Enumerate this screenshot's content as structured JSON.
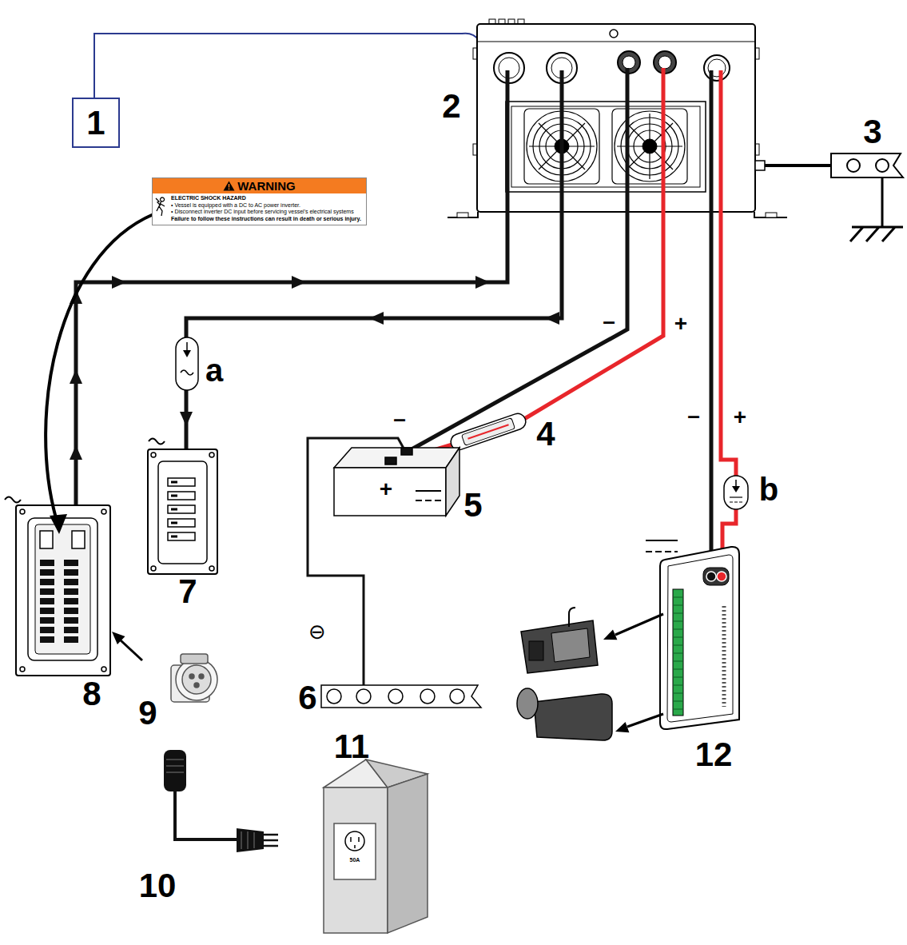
{
  "diagram": {
    "nodes": [
      {
        "text": [
          "1"
        ]
      },
      {
        "text": [
          "WARNING",
          "ELECTRIC SHOCK HAZARD",
          "• Vessel is equipped with a DC to AC power inverter.",
          "• Disconnect inverter DC input before servicing vessel's electrical systems",
          "Failure to follow these instructions can result in death or serious injury."
        ]
      }
    ],
    "labels": [
      "2",
      "3",
      "4",
      "5",
      "6",
      "7",
      "8",
      "9",
      "10",
      "11",
      "12",
      "a",
      "b",
      "–",
      "+",
      "–",
      "+",
      "–",
      "+",
      "⊖",
      "50A"
    ]
  }
}
